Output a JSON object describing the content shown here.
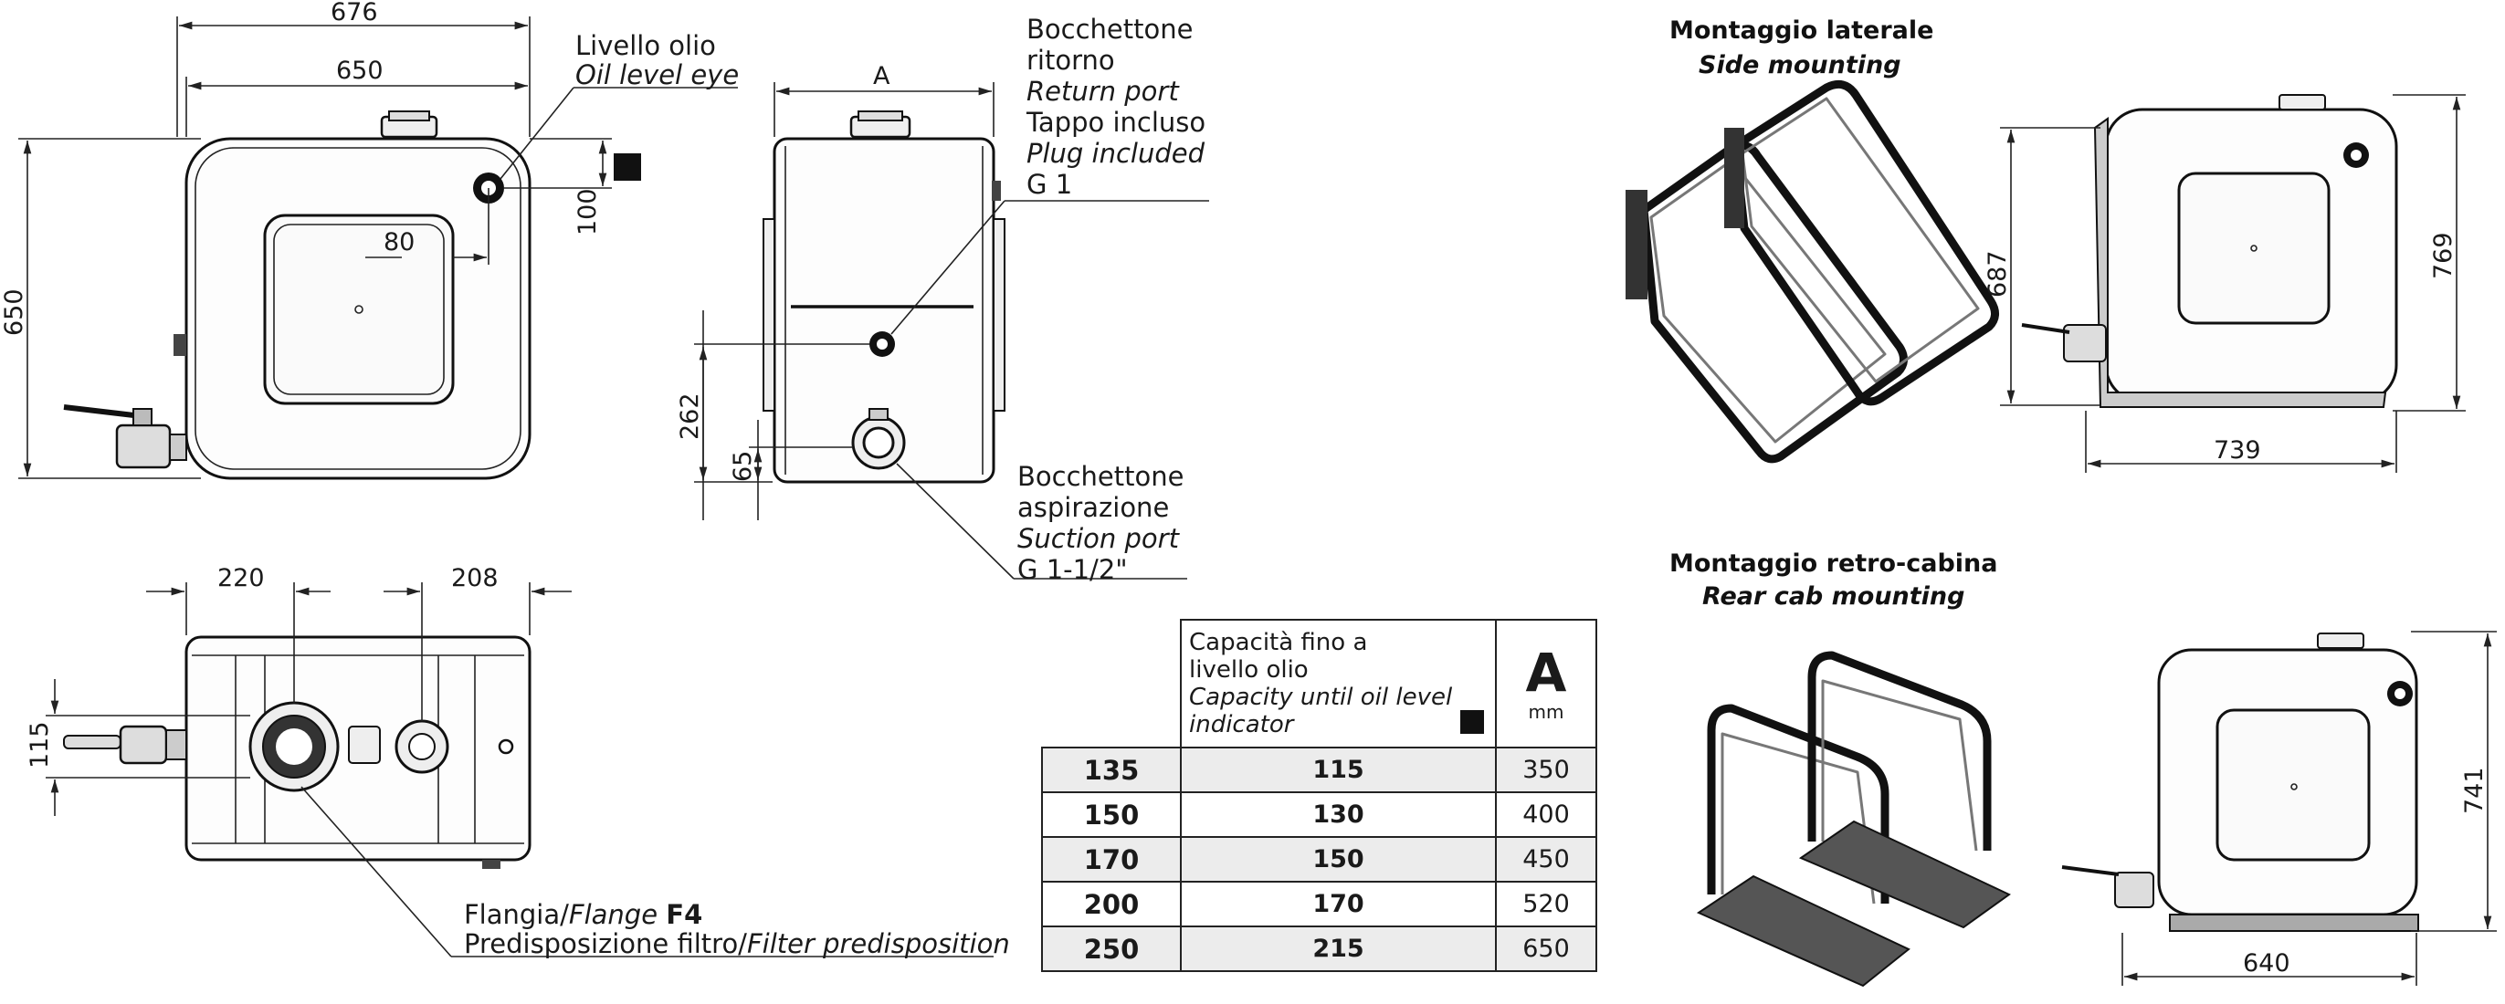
{
  "front_view": {
    "dim_676": "676",
    "dim_650_top": "650",
    "dim_650_left": "650",
    "dim_80": "80",
    "dim_100": "100",
    "oil_level_it": "Livello olio",
    "oil_level_en": "Oil level eye"
  },
  "side_view": {
    "dim_A": "A",
    "dim_262": "262",
    "dim_65": "65",
    "return_port": [
      "Bocchettone",
      "ritorno",
      "Return port",
      "Tappo incluso",
      "Plug included",
      "G 1"
    ],
    "suction_port": [
      "Bocchettone",
      "aspirazione",
      "Suction port",
      "G 1-1/2\""
    ]
  },
  "top_view": {
    "dim_220": "220",
    "dim_208": "208",
    "dim_115": "115",
    "flange_it": "Flangia/",
    "flange_en": "Flange ",
    "flange_code": "F4",
    "filter_it": "Predisposizione filtro/",
    "filter_en": "Filter predisposition"
  },
  "side_mounting": {
    "title_it": "Montaggio laterale",
    "title_en": "Side mounting",
    "dim_687": "687",
    "dim_769": "769",
    "dim_739": "739"
  },
  "rear_mounting": {
    "title_it": "Montaggio retro-cabina",
    "title_en": "Rear cab mounting",
    "dim_741": "741",
    "dim_640": "640"
  },
  "table": {
    "header_it_1": "Capacità fino a",
    "header_it_2": "livello olio",
    "header_en_1": "Capacity until oil level",
    "header_en_2": "indicator",
    "header_A": "A",
    "header_unit": "mm",
    "rows": [
      {
        "model": "135",
        "capacity": "115",
        "a": "350"
      },
      {
        "model": "150",
        "capacity": "130",
        "a": "400"
      },
      {
        "model": "170",
        "capacity": "150",
        "a": "450"
      },
      {
        "model": "200",
        "capacity": "170",
        "a": "520"
      },
      {
        "model": "250",
        "capacity": "215",
        "a": "650"
      }
    ]
  }
}
